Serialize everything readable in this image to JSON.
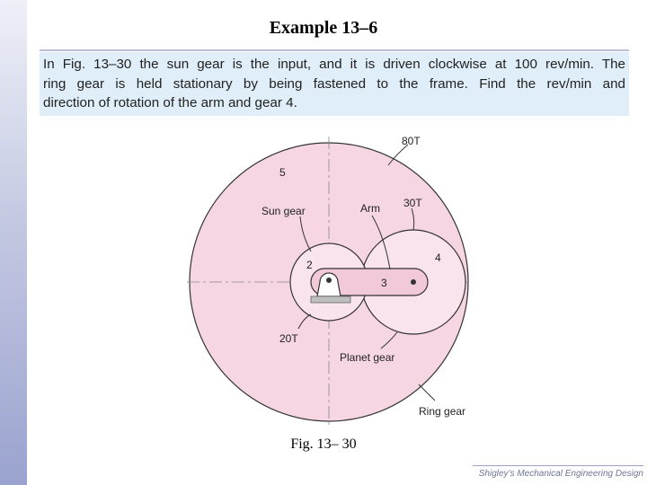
{
  "slide": {
    "title": "Example 13–6",
    "problem_lines": [
      "In Fig. 13–30 the sun gear is the input, and it is driven clockwise at 100 rev/min. The",
      "ring gear is held stationary by being fastened to the frame. Find the rev/min and",
      "direction of rotation of the arm and gear 4."
    ],
    "caption": "Fig. 13– 30",
    "footer": "Shigley’s Mechanical Engineering Design"
  },
  "figure": {
    "labels": {
      "ring_teeth": "80T",
      "ring_number": "5",
      "sun_label": "Sun gear",
      "arm_label": "Arm",
      "planet_teeth": "30T",
      "sun_number": "2",
      "planet_number": "4",
      "arm_number": "3",
      "sun_teeth": "20T",
      "planet_label": "Planet gear",
      "ring_label": "Ring gear"
    },
    "colors": {
      "ring_fill": "#f6d6e2",
      "sun_fill": "#f9e3ec",
      "planet_fill": "#f9e3ec",
      "arm_fill": "#f2c9d9",
      "line": "#333333"
    }
  }
}
